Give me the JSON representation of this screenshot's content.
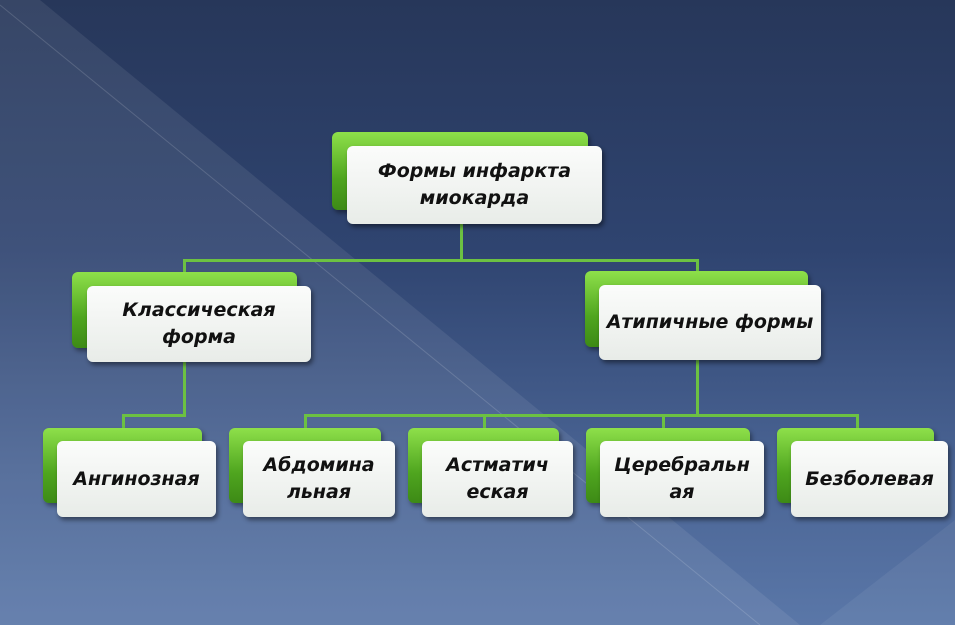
{
  "diagram": {
    "root": {
      "label": "Формы инфаркта миокарда"
    },
    "level1": [
      {
        "label": "Классическая форма"
      },
      {
        "label": "Атипичные формы"
      }
    ],
    "level2": [
      {
        "label": "Ангинозная",
        "parent": "Классическая форма"
      },
      {
        "label": "Абдомина льная",
        "parent": "Атипичные формы"
      },
      {
        "label": "Астматич еская",
        "parent": "Атипичные формы"
      },
      {
        "label": "Церебральн ая",
        "parent": "Атипичные формы"
      },
      {
        "label": "Безболевая",
        "parent": "Атипичные формы"
      }
    ]
  },
  "colors": {
    "accent": "#6cc142",
    "background": "#2f4470",
    "box": "#f4f6f4"
  }
}
